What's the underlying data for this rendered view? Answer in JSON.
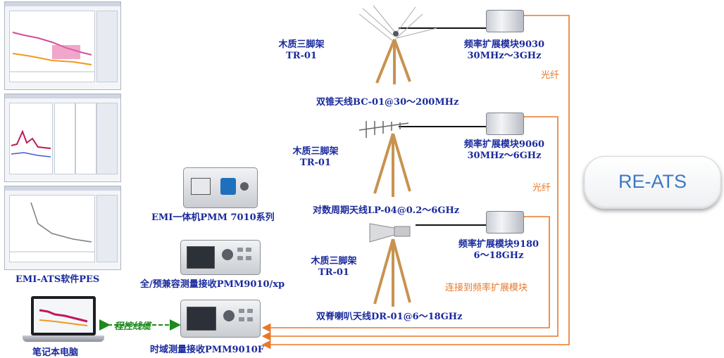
{
  "title_badge": "RE-ATS",
  "software_label": "EMI-ATS软件PES",
  "laptop_label": "笔记本电脑",
  "control_cable_label": "程控线缆",
  "receivers": [
    {
      "label": "EMI一体机PMM 7010系列"
    },
    {
      "label": "全/预兼容测量接收PMM9010/xp"
    },
    {
      "label": "时域测量接收PMM9010F"
    }
  ],
  "tripods": [
    {
      "name": "木质三脚架",
      "model": "TR-01"
    },
    {
      "name": "木质三脚架",
      "model": "TR-01"
    },
    {
      "name": "木质三脚架",
      "model": "TR-01"
    }
  ],
  "antennas": [
    {
      "label": "双锥天线BC-01@30～200MHz"
    },
    {
      "label": "对数周期天线LP-04@0.2～6GHz"
    },
    {
      "label": "双脊喇叭天线DR-01@6～18GHz"
    }
  ],
  "modules": [
    {
      "name": "频率扩展模块9030",
      "range": "30MHz～3GHz"
    },
    {
      "name": "频率扩展模块9060",
      "range": "30MHz～6GHz"
    },
    {
      "name": "频率扩展模块9180",
      "range": "6～18GHz"
    }
  ],
  "fiber_label_1": "光纤",
  "fiber_label_2": "光纤",
  "connect_label": "连接到频率扩展模块",
  "colors": {
    "label_blue": "#1a2a9c",
    "fiber_orange": "#e8782a",
    "cable_green": "#1c8a1c",
    "badge_text": "#3c79c4"
  }
}
